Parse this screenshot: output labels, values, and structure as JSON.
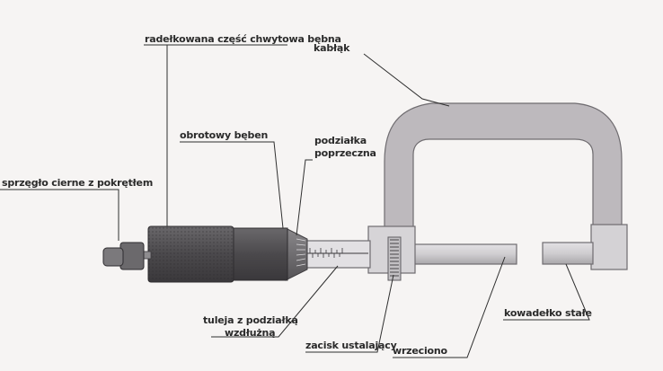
{
  "labels": {
    "knurled_grip": "radełkowana część chwytowa bębna",
    "frame": "kabłąk",
    "rotating_drum": "obrotowy bęben",
    "cross_scale_line1": "podziałka",
    "cross_scale_line2": "poprzeczna",
    "friction_clutch": "sprzęgło cierne z pokrętłem",
    "sleeve_line1": "tuleja z podziałką",
    "sleeve_line2": "wzdłużną",
    "lock_clamp": "zacisk ustalający",
    "spindle": "wrzeciono",
    "anvil": "kowadełko stałe"
  },
  "colors": {
    "background": "#f6f4f3",
    "frame_fill": "#bdb9bd",
    "drum_dark": "#4e4c4f",
    "metal_light": "#d0ced1",
    "leader_line": "#2f2f2f"
  }
}
